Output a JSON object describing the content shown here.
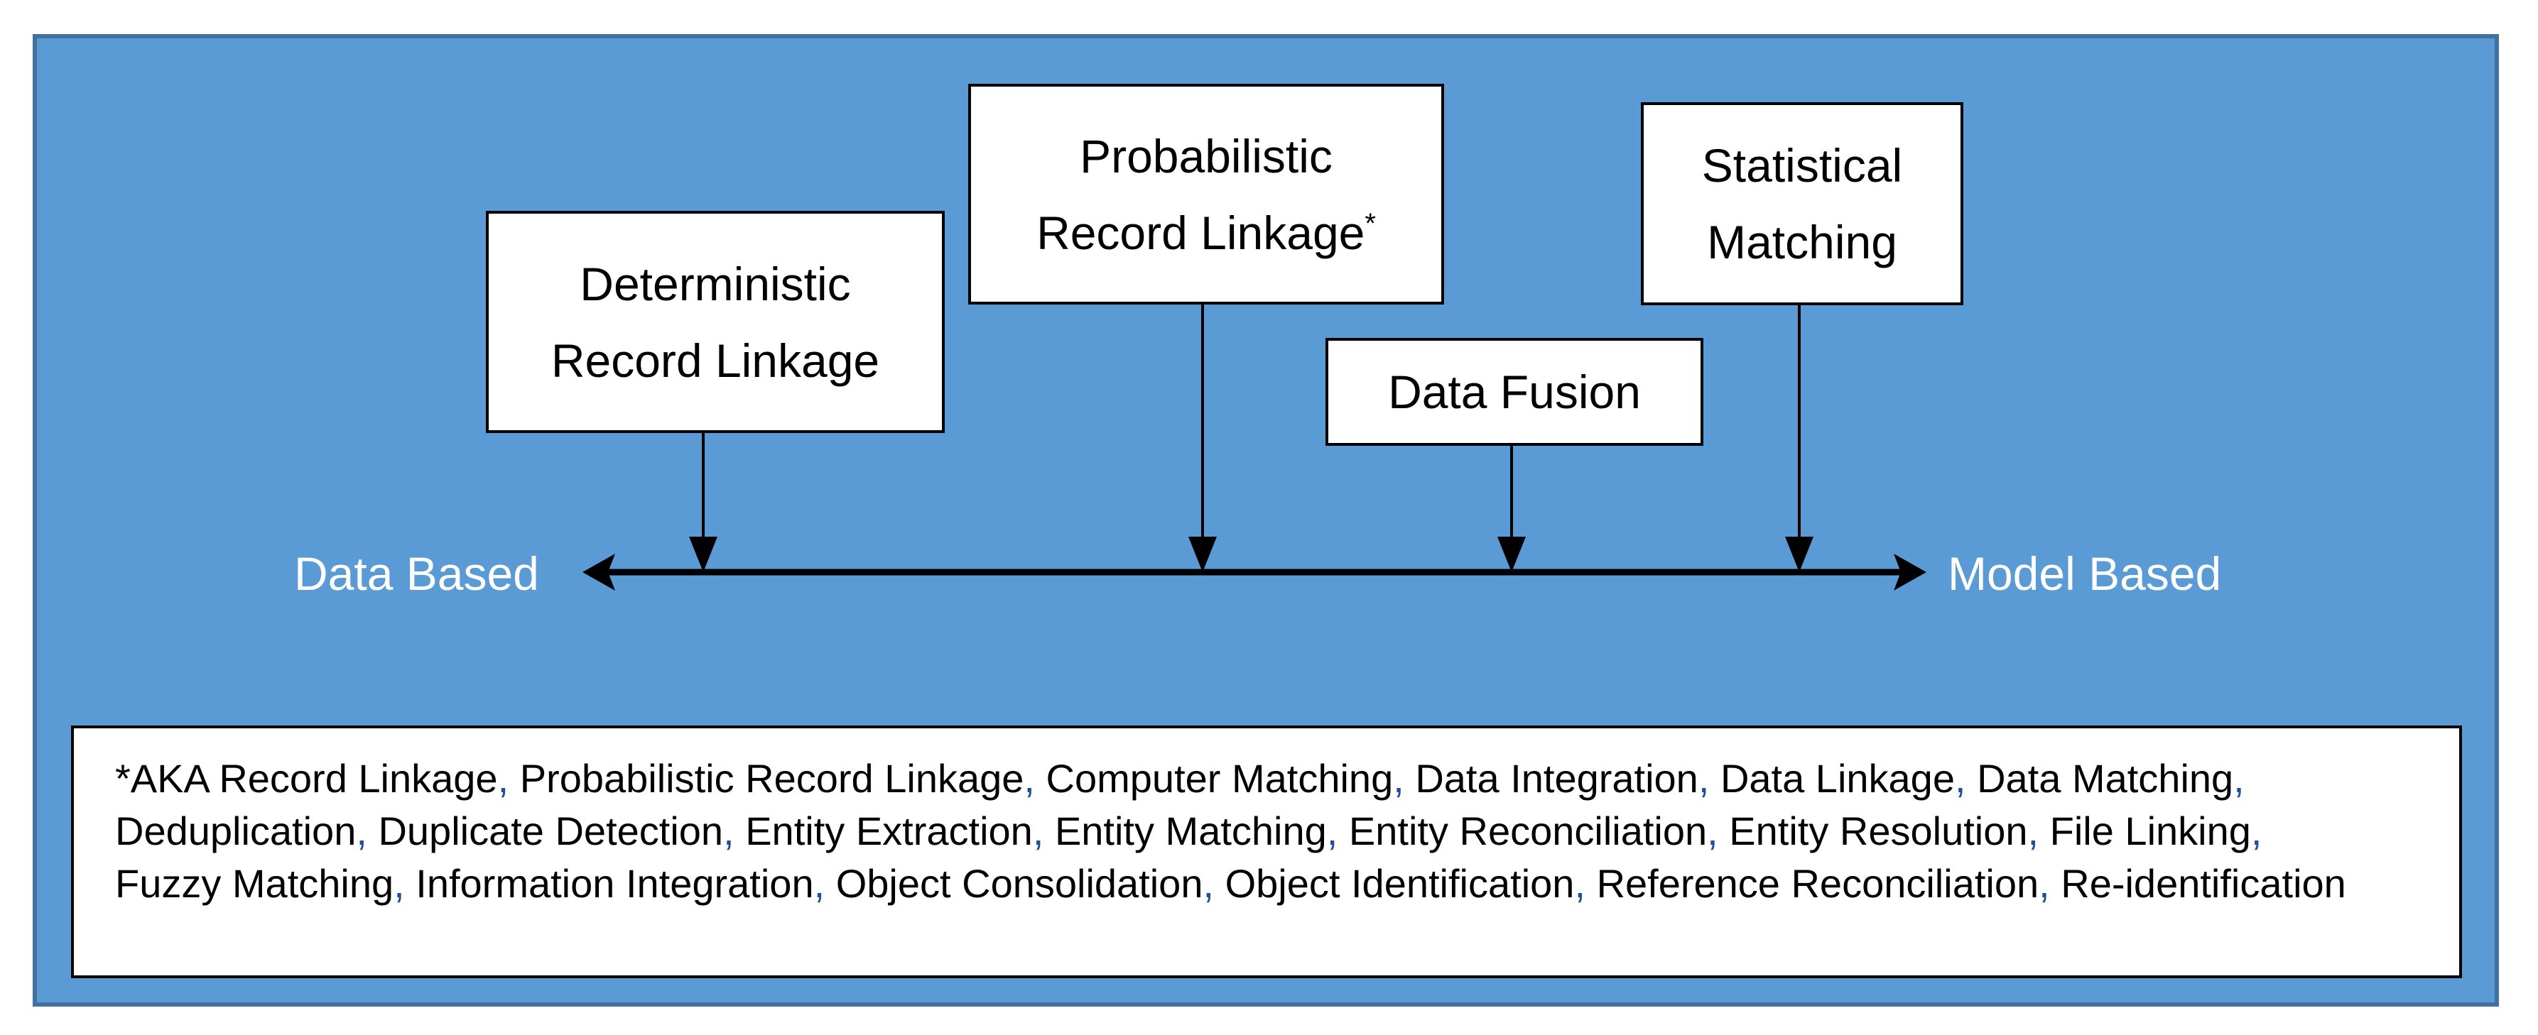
{
  "colors": {
    "panel_background": "#5b9bd5",
    "panel_border": "#41719c",
    "box_background": "#ffffff",
    "axis_label": "#ffffff",
    "separator_comma": "#1f4e9e"
  },
  "boxes": {
    "deterministic": {
      "line1": "Deterministic",
      "line2": "Record Linkage"
    },
    "probabilistic": {
      "line1": "Probabilistic",
      "line2": "Record Linkage",
      "marker": "*"
    },
    "statistical": {
      "line1": "Statistical",
      "line2": "Matching"
    },
    "data_fusion": {
      "label": "Data Fusion"
    }
  },
  "axis": {
    "left_label": "Data Based",
    "right_label": "Model Based"
  },
  "aka": {
    "prefix": "*AKA ",
    "terms": [
      "Record Linkage",
      "Probabilistic Record Linkage",
      "Computer Matching",
      "Data Integration",
      "Data Linkage",
      "Data Matching",
      "Deduplication",
      "Duplicate Detection",
      "Entity Extraction",
      "Entity Matching",
      "Entity Reconciliation",
      "Entity Resolution",
      "File Linking",
      "Fuzzy Matching",
      "Information Integration",
      "Object Consolidation",
      "Object Identification",
      "Reference Reconciliation",
      "Re-identification"
    ],
    "separator": ","
  }
}
